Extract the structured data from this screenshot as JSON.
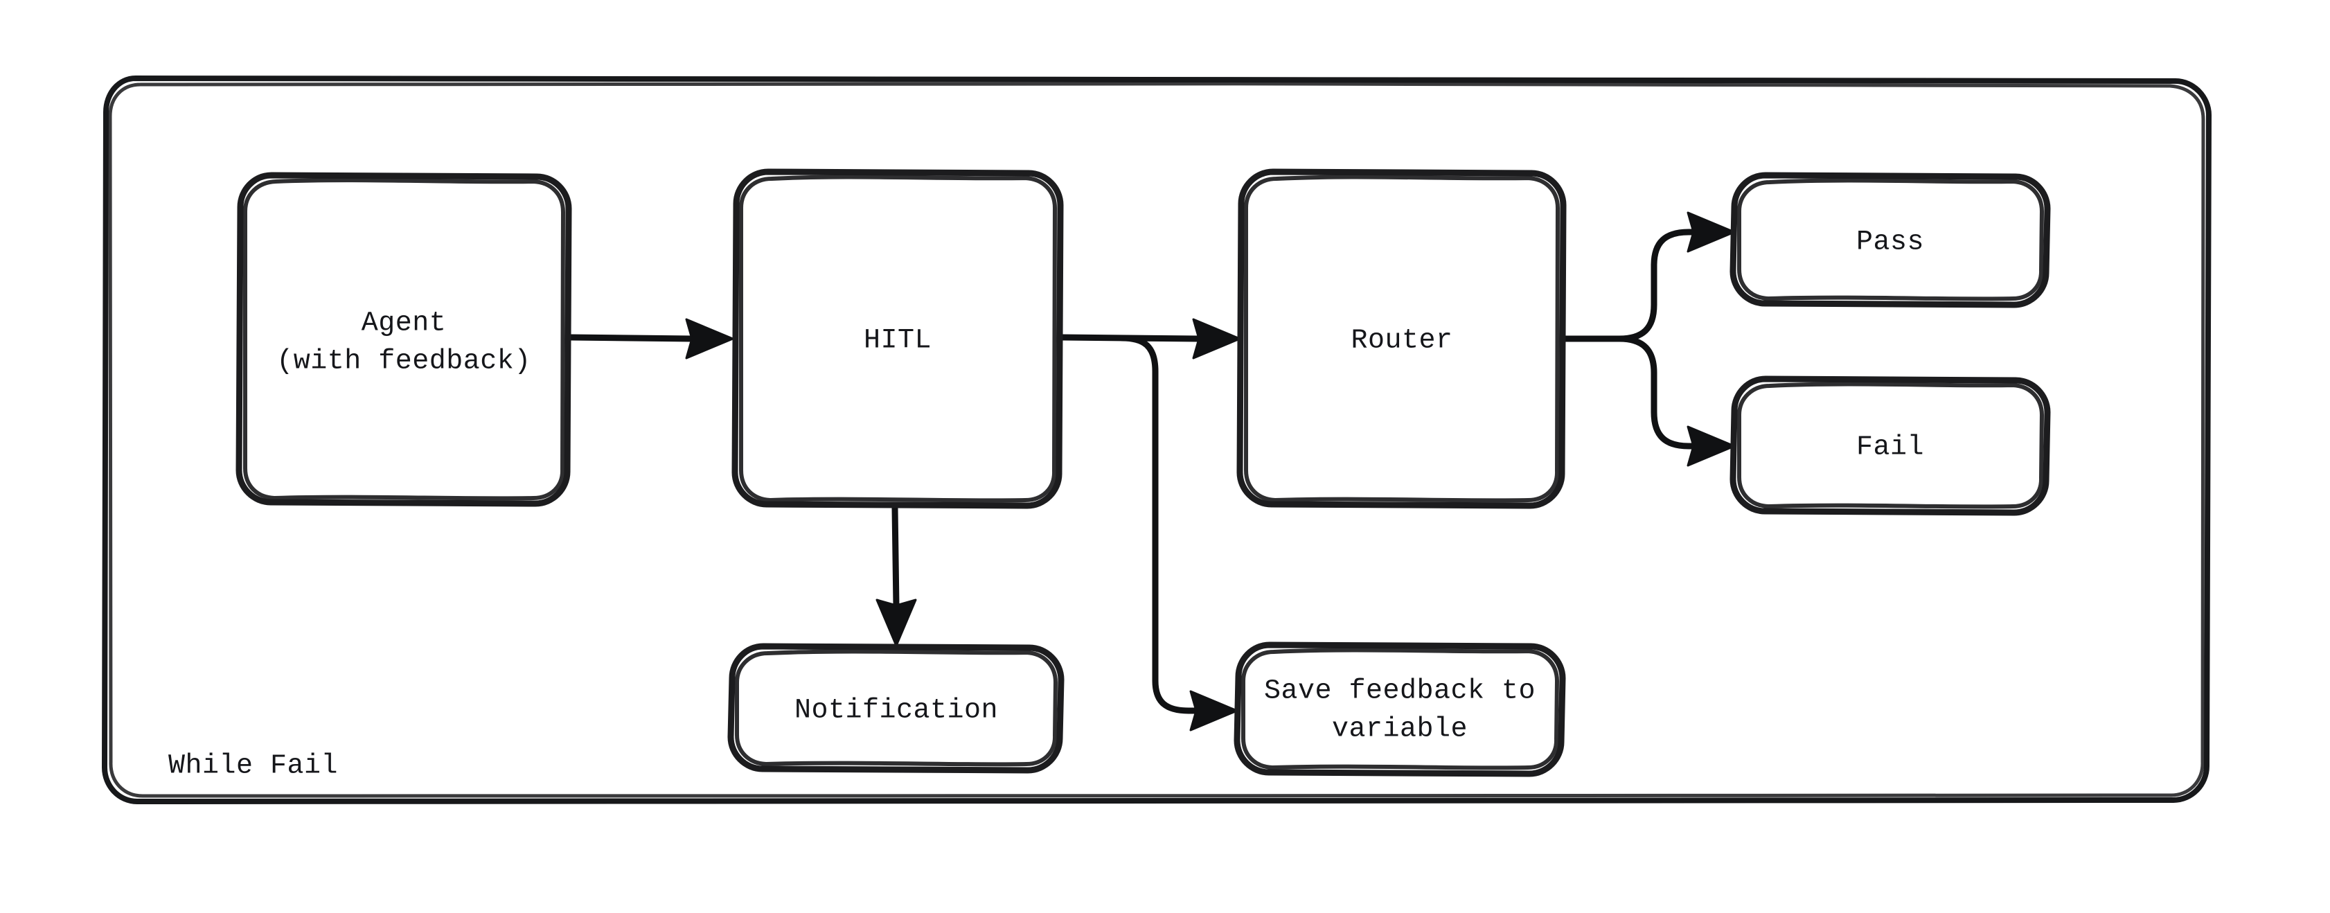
{
  "diagram": {
    "type": "flowchart",
    "title": "While Fail",
    "background_color": "#ffffff",
    "stroke_color": "#1c1c1e",
    "group": {
      "label": "While Fail",
      "name": "while-fail-loop-container"
    },
    "nodes": [
      {
        "id": "agent",
        "label_line1": "Agent",
        "label_line2": "(with feedback)",
        "shape": "rounded-rect"
      },
      {
        "id": "hitl",
        "label": "HITL",
        "shape": "rounded-rect"
      },
      {
        "id": "router",
        "label": "Router",
        "shape": "rounded-rect"
      },
      {
        "id": "pass",
        "label": "Pass",
        "shape": "rounded-rect"
      },
      {
        "id": "fail",
        "label": "Fail",
        "shape": "rounded-rect"
      },
      {
        "id": "notification",
        "label": "Notification",
        "shape": "rounded-rect"
      },
      {
        "id": "save",
        "label_line1": "Save feedback to",
        "label_line2": "variable",
        "shape": "rounded-rect"
      }
    ],
    "edges": [
      {
        "from": "agent",
        "to": "hitl",
        "style": "straight-arrow"
      },
      {
        "from": "hitl",
        "to": "router",
        "style": "straight-arrow"
      },
      {
        "from": "hitl",
        "to": "notification",
        "style": "straight-arrow-down"
      },
      {
        "from": "hitl",
        "to": "save",
        "style": "elbow-arrow-down-right"
      },
      {
        "from": "router",
        "to": "pass",
        "style": "fork-arrow-up-right"
      },
      {
        "from": "router",
        "to": "fail",
        "style": "fork-arrow-down-right"
      }
    ]
  }
}
